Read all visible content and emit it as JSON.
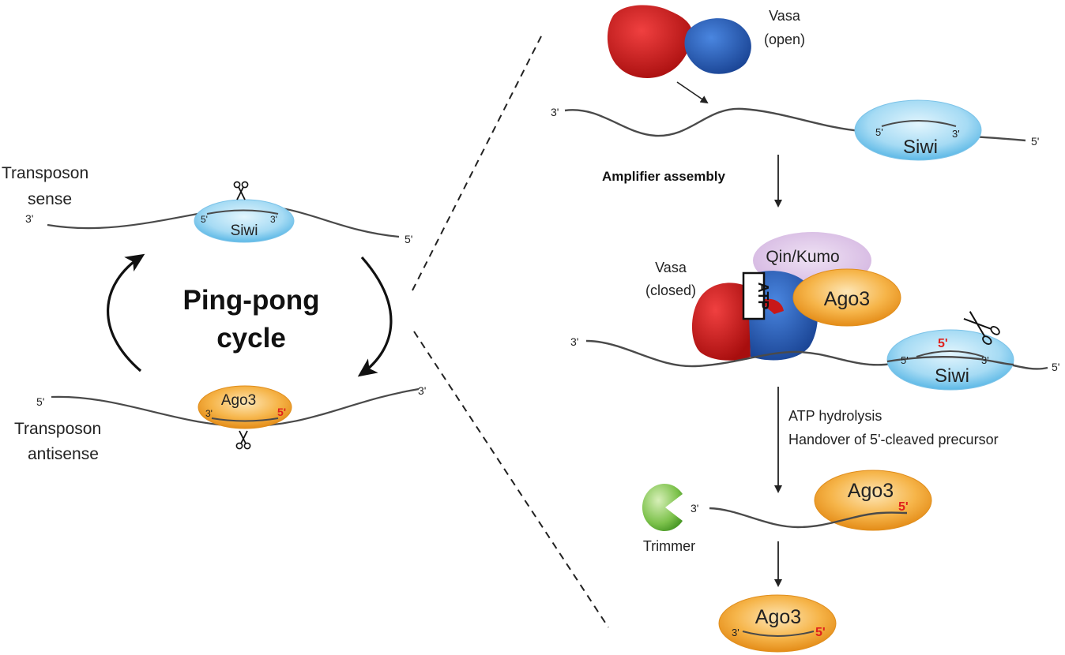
{
  "left": {
    "sense_label": [
      "Transposon",
      "sense"
    ],
    "antisense_label": [
      "Transposon",
      "antisense"
    ],
    "cycle_title": [
      "Ping-pong",
      "cycle"
    ],
    "top_strand": {
      "end_left": "3'",
      "end_right": "5'"
    },
    "bottom_strand": {
      "end_left": "5'",
      "end_right": "3'"
    },
    "siwi": {
      "name": "Siwi",
      "left": "5'",
      "right": "3'"
    },
    "ago3": {
      "name": "Ago3",
      "left": "3'",
      "right": "5'"
    }
  },
  "right": {
    "vasa_open": [
      "Vasa",
      "(open)"
    ],
    "strand1": {
      "end_left": "3'",
      "end_right": "5'"
    },
    "siwi1": {
      "name": "Siwi",
      "left": "5'",
      "right": "3'"
    },
    "step1": "Amplifier assembly",
    "qin_kumo": "Qin/Kumo",
    "vasa_closed": [
      "Vasa",
      "(closed)"
    ],
    "atp": "ATP",
    "ago3_mid": "Ago3",
    "strand2": {
      "end_left": "3'",
      "end_right": "5'"
    },
    "siwi2": {
      "name": "Siwi",
      "left": "5'",
      "right": "3'",
      "cleaved": "5'"
    },
    "step2": [
      "ATP hydrolysis",
      "Handover of 5'-cleaved precursor"
    ],
    "trimmer": "Trimmer",
    "strand3": {
      "end_left": "3'"
    },
    "ago3_loaded": {
      "name": "Ago3",
      "end": "5'"
    },
    "ago3_final": {
      "name": "Ago3",
      "left": "3'",
      "right": "5'"
    }
  },
  "colors": {
    "strand": "#4a4a4a",
    "siwi": "#8fd0f0",
    "ago3": "#f2a22a",
    "qin_kumo": "#dcc3e6",
    "vasa_red": "#d81818",
    "vasa_blue": "#2b63c4",
    "trimmer": "#6cba3c",
    "highlight_text": "#e0201c"
  },
  "icons": [
    "scissors-icon",
    "curved-arrow-icon",
    "down-arrow-icon",
    "trimmer-pacman-icon",
    "protein-surface-icon"
  ]
}
